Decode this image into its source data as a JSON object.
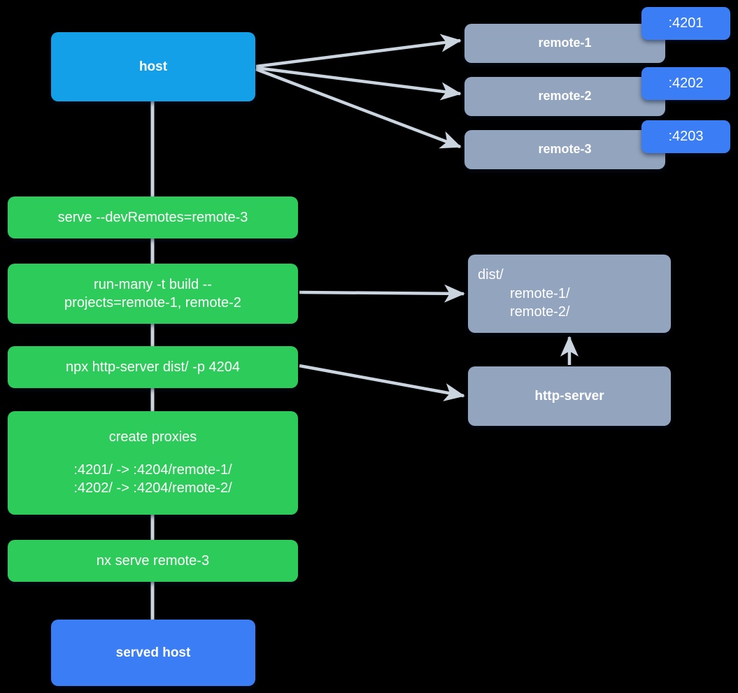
{
  "diagram": {
    "title": "Nx module federation host/remote serve flow",
    "background": "#000000",
    "colors": {
      "host": "#13a0e8",
      "served_host": "#3b7df5",
      "remote": "#93a4bf",
      "command": "#2dcb59",
      "port_badge": "#3b7df5",
      "edge": "#cbd5e0",
      "text": "#ffffff"
    }
  },
  "nodes": {
    "host": {
      "label": "host"
    },
    "served_host": {
      "label": "served host"
    },
    "remotes": [
      {
        "label": "remote-1",
        "port": ":4201"
      },
      {
        "label": "remote-2",
        "port": ":4202"
      },
      {
        "label": "remote-3",
        "port": ":4203"
      }
    ],
    "commands": [
      {
        "id": "serve",
        "lines": [
          "serve --devRemotes=remote-3"
        ]
      },
      {
        "id": "runmany",
        "lines": [
          "run-many -t build --",
          "projects=remote-1, remote-2"
        ]
      },
      {
        "id": "httpsrv",
        "lines": [
          "npx http-server dist/ -p 4204"
        ]
      },
      {
        "id": "proxies",
        "lines": [
          "create proxies",
          "",
          ":4201/ -> :4204/remote-1/",
          ":4202/ -> :4204/remote-2/"
        ]
      },
      {
        "id": "nxserve",
        "lines": [
          "nx serve remote-3"
        ]
      }
    ],
    "dist": {
      "root": "dist/",
      "children": [
        "remote-1/",
        "remote-2/"
      ]
    },
    "http_server": {
      "label": "http-server"
    }
  },
  "edges": [
    {
      "from": "host",
      "to": "remote-1",
      "kind": "arrow"
    },
    {
      "from": "host",
      "to": "remote-2",
      "kind": "arrow"
    },
    {
      "from": "host",
      "to": "remote-3",
      "kind": "arrow"
    },
    {
      "from": "host",
      "to": "serve",
      "kind": "line"
    },
    {
      "from": "serve",
      "to": "runmany",
      "kind": "line"
    },
    {
      "from": "runmany",
      "to": "httpsrv",
      "kind": "line"
    },
    {
      "from": "httpsrv",
      "to": "proxies",
      "kind": "line"
    },
    {
      "from": "proxies",
      "to": "nxserve",
      "kind": "line"
    },
    {
      "from": "nxserve",
      "to": "served host",
      "kind": "line"
    },
    {
      "from": "runmany",
      "to": "dist/",
      "kind": "arrow"
    },
    {
      "from": "httpsrv",
      "to": "http-server",
      "kind": "arrow"
    },
    {
      "from": "http-server",
      "to": "dist/",
      "kind": "arrow"
    }
  ]
}
